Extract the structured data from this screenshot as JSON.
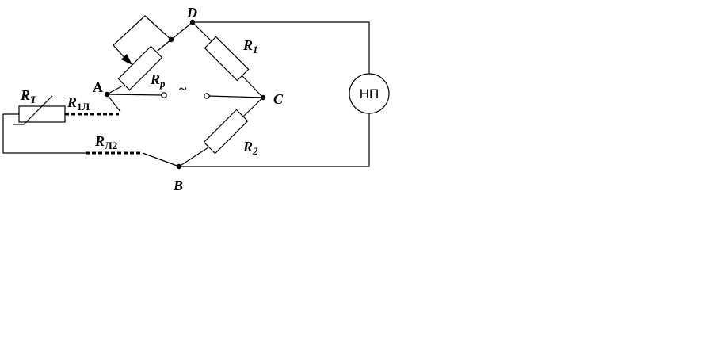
{
  "labels": {
    "D": "D",
    "A": "A",
    "C": "C",
    "B": "B",
    "tilde": "~",
    "R1_main": "R",
    "R1_sub": "1",
    "R2_main": "R",
    "R2_sub": "2",
    "Rp_main": "R",
    "Rp_sub": "p",
    "RT_main": "R",
    "RT_sub": "T",
    "R1L_main": "R",
    "R1L_sub": "1Л",
    "RL2_main": "R",
    "RL2_sub": "Л2",
    "meter": "НП"
  }
}
